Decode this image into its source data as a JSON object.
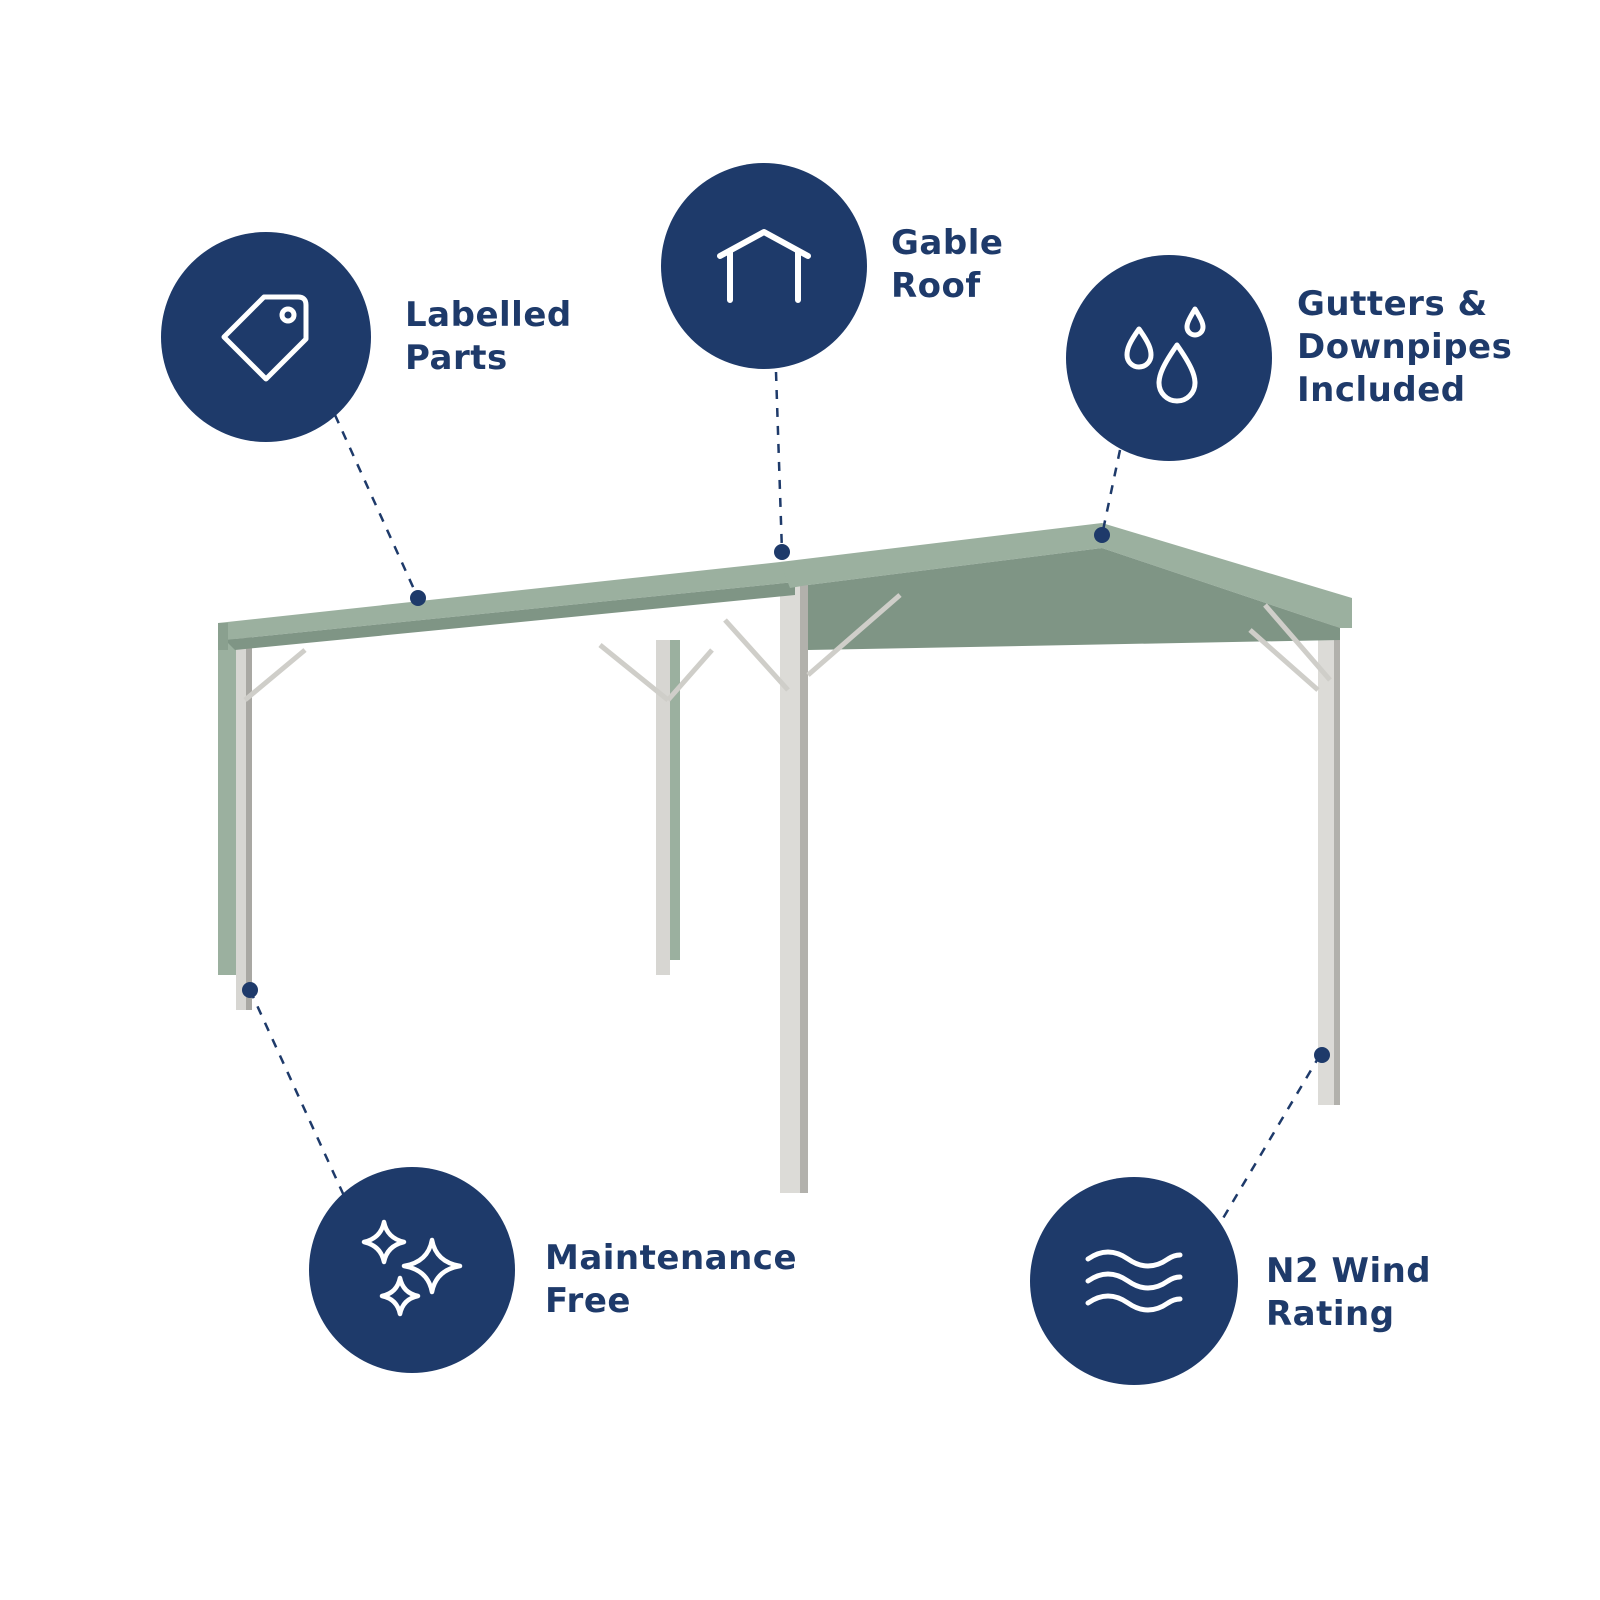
{
  "colors": {
    "badge": "#1e3a6a",
    "label": "#1e3a6a",
    "icon_stroke": "#ffffff",
    "leader": "#1e3a6a",
    "roof": "#9bb09f",
    "roof_shadow": "#7f9585",
    "frame": "#d7d6d2",
    "frame_shadow": "#a9a8a3"
  },
  "features": [
    {
      "id": "labelled-parts",
      "icon": "tag-icon",
      "lines": [
        "Labelled",
        "Parts"
      ]
    },
    {
      "id": "gable-roof",
      "icon": "house-roof-icon",
      "lines": [
        "Gable",
        "Roof"
      ]
    },
    {
      "id": "gutters-downpipes",
      "icon": "water-drops-icon",
      "lines": [
        "Gutters &",
        "Downpipes",
        "Included"
      ]
    },
    {
      "id": "maintenance-free",
      "icon": "sparkles-icon",
      "lines": [
        "Maintenance",
        "Free"
      ]
    },
    {
      "id": "n2-wind-rating",
      "icon": "wind-waves-icon",
      "lines": [
        "N2 Wind",
        "Rating"
      ]
    }
  ]
}
